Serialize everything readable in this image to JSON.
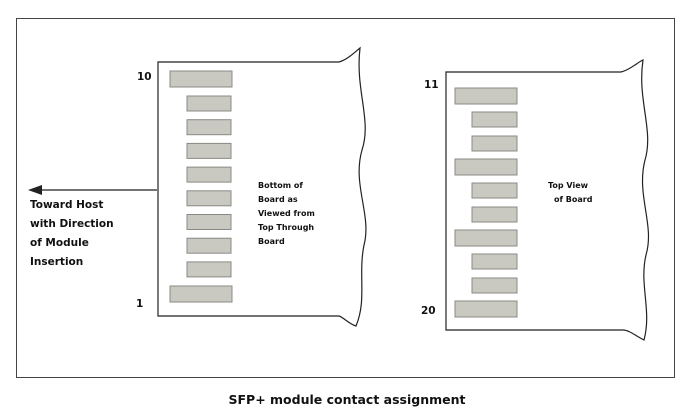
{
  "caption": "SFP+ module contact assignment",
  "left_board": {
    "top_pin": "10",
    "bottom_pin": "1",
    "label_lines": [
      "Bottom of",
      "Board as",
      "Viewed from",
      "Top Through",
      "Board"
    ]
  },
  "right_board": {
    "top_pin": "11",
    "bottom_pin": "20",
    "label_lines": [
      "Top View",
      "of Board"
    ]
  },
  "host_label_lines": [
    "Toward Host",
    "with Direction",
    "of Module",
    "Insertion"
  ],
  "colors": {
    "pad_fill": "#c9c9c2",
    "pad_stroke": "#8a8a84",
    "line": "#222222"
  }
}
